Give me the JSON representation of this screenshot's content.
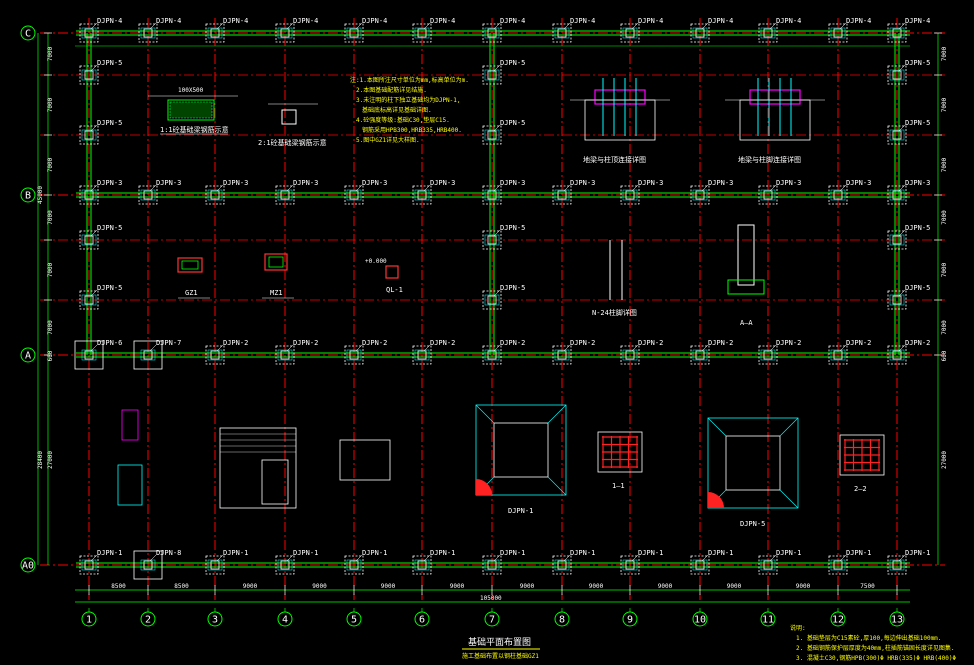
{
  "drawing": {
    "title": "基础平面布置图",
    "subtitle": "施工基础布置以钢柱基础GZ1",
    "overall_length": "105000",
    "bg_color": "#000000",
    "grid_color": "#ff0000",
    "wall_color": "#00ff00",
    "text_color": "#ffffff",
    "note_color": "#ffff00"
  },
  "axes": {
    "columns": [
      "1",
      "2",
      "3",
      "4",
      "5",
      "6",
      "7",
      "8",
      "9",
      "10",
      "11",
      "12",
      "13"
    ],
    "rows": [
      "C",
      "B",
      "A",
      "A0"
    ],
    "col_dims": [
      "8500",
      "8500",
      "9000",
      "9000",
      "9000",
      "9000",
      "9000",
      "9000",
      "9000",
      "9000",
      "9000",
      "7500"
    ],
    "row_dims_upper": [
      "7000",
      "7000",
      "7000",
      "7000",
      "7000",
      "7000"
    ],
    "left_totals": [
      "45000",
      "27000",
      "28400"
    ],
    "right_dims": [
      "7000",
      "7000",
      "7000",
      "7000",
      "7000",
      "7000",
      "27000"
    ],
    "edge_dims": [
      "600",
      "600"
    ]
  },
  "footings": {
    "row_C": [
      "DJPN-4",
      "DJPN-4",
      "DJPN-4",
      "DJPN-4",
      "DJPN-4",
      "DJPN-4",
      "DJPN-4",
      "DJPN-4",
      "DJPN-4",
      "DJPN-4",
      "DJPN-4",
      "DJPN-4",
      "DJPN-4"
    ],
    "row_B": [
      "DJPN-3",
      "DJPN-3",
      "DJPN-3",
      "DJPN-3",
      "DJPN-3",
      "DJPN-3",
      "DJPN-3",
      "DJPN-3",
      "DJPN-3",
      "DJPN-3",
      "DJPN-3",
      "DJPN-3",
      "DJPN-3"
    ],
    "row_A": [
      "DJPN-6",
      "DJPN-7",
      "DJPN-2",
      "DJPN-2",
      "DJPN-2",
      "DJPN-2",
      "DJPN-2",
      "DJPN-2",
      "DJPN-2",
      "DJPN-2",
      "DJPN-2",
      "DJPN-2",
      "DJPN-2"
    ],
    "row_A0": [
      "DJPN-1",
      "DJPN-8",
      "DJPN-1",
      "DJPN-1",
      "DJPN-1",
      "DJPN-1",
      "DJPN-1",
      "DJPN-1",
      "DJPN-1",
      "DJPN-1",
      "DJPN-1",
      "DJPN-1",
      "DJPN-1"
    ],
    "gable_left": [
      "DJPN-5",
      "DJPN-5",
      "DJPN-5",
      "DJPN-5"
    ],
    "gable_mid": [
      "DJPN-5",
      "DJPN-5",
      "DJPN-5",
      "DJPN-5"
    ],
    "gable_right": [
      "DJPN-5",
      "DJPN-5",
      "DJPN-5",
      "DJPN-5"
    ]
  },
  "details": {
    "gz1": "GZ1",
    "mz1": "MZ1",
    "ql1": "QL-1",
    "n24": "N-24柱脚详图",
    "section_aa": "A—A",
    "elev": "+0.000",
    "beam_a": "1:1砼基础梁钢筋示意",
    "beam_b": "2:1砼基础梁钢筋示意",
    "tie_a": "地梁与柱顶连接详图",
    "tie_b": "地梁与柱脚连接详图",
    "footing_a": "DJPN-1",
    "footing_b": "DJPN-5",
    "sec_11": "1—1",
    "sec_22": "2—2"
  },
  "notes_top": [
    "注:1.本图所注尺寸单位为mm,标高单位为m.",
    "2.本图基础配筋详见结施.",
    "3.未注明的柱下独立基础均为DJPN-1,",
    "基础底标高详见基础详图.",
    "4.砼强度等级:基础C30,垫层C15.",
    "钢筋采用HPB300,HRB335,HRB400.",
    "5.图中GZ1详见大样图."
  ],
  "notes_bottom": [
    "说明:",
    "1. 基础垫层为C15素砼,厚100,每边伸出基础100mm.",
    "2. 基础钢筋保护层厚度为40mm,柱插筋锚固长度详见图集.",
    "3. 混凝土C30,钢筋HPB(300)Φ HRB(335)Φ HRB(400)Φ"
  ]
}
